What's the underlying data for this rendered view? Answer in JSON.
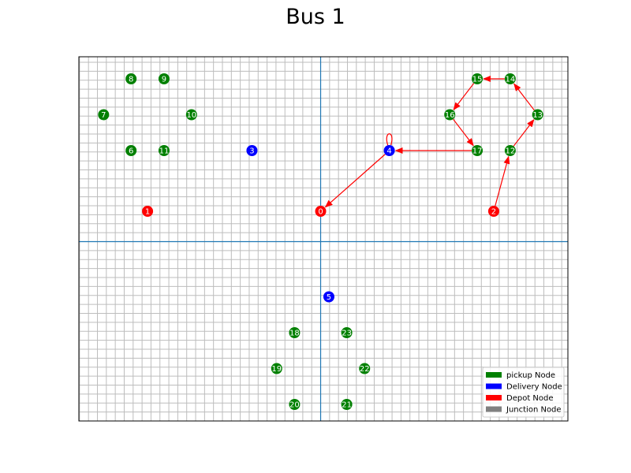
{
  "chart_data": {
    "type": "scatter",
    "title": "Bus 1",
    "xlim": [
      -0.88,
      0.9
    ],
    "ylim": [
      -0.65,
      0.67
    ],
    "grid_minor_step": 0.0325,
    "axis_lines": true,
    "colors": {
      "pickup": "#008000",
      "delivery": "#0000ff",
      "depot": "#ff0000",
      "junction": "#808080",
      "route": "#ff0000",
      "axis": "#1f77b4",
      "grid": "#bdbdbd"
    },
    "nodes": [
      {
        "id": "0",
        "x": 0.0,
        "y": 0.11,
        "kind": "depot"
      },
      {
        "id": "1",
        "x": -0.63,
        "y": 0.11,
        "kind": "depot"
      },
      {
        "id": "2",
        "x": 0.63,
        "y": 0.11,
        "kind": "depot"
      },
      {
        "id": "3",
        "x": -0.25,
        "y": 0.33,
        "kind": "delivery"
      },
      {
        "id": "4",
        "x": 0.25,
        "y": 0.33,
        "kind": "delivery"
      },
      {
        "id": "5",
        "x": 0.03,
        "y": -0.2,
        "kind": "delivery"
      },
      {
        "id": "6",
        "x": -0.69,
        "y": 0.33,
        "kind": "pickup"
      },
      {
        "id": "7",
        "x": -0.79,
        "y": 0.46,
        "kind": "pickup"
      },
      {
        "id": "8",
        "x": -0.69,
        "y": 0.59,
        "kind": "pickup"
      },
      {
        "id": "9",
        "x": -0.57,
        "y": 0.59,
        "kind": "pickup"
      },
      {
        "id": "10",
        "x": -0.47,
        "y": 0.46,
        "kind": "pickup"
      },
      {
        "id": "11",
        "x": -0.57,
        "y": 0.33,
        "kind": "pickup"
      },
      {
        "id": "12",
        "x": 0.69,
        "y": 0.33,
        "kind": "pickup"
      },
      {
        "id": "13",
        "x": 0.79,
        "y": 0.46,
        "kind": "pickup"
      },
      {
        "id": "14",
        "x": 0.69,
        "y": 0.59,
        "kind": "pickup"
      },
      {
        "id": "15",
        "x": 0.57,
        "y": 0.59,
        "kind": "pickup"
      },
      {
        "id": "16",
        "x": 0.47,
        "y": 0.46,
        "kind": "pickup"
      },
      {
        "id": "17",
        "x": 0.57,
        "y": 0.33,
        "kind": "pickup"
      },
      {
        "id": "18",
        "x": -0.095,
        "y": -0.33,
        "kind": "pickup"
      },
      {
        "id": "19",
        "x": -0.16,
        "y": -0.46,
        "kind": "pickup"
      },
      {
        "id": "20",
        "x": -0.095,
        "y": -0.59,
        "kind": "pickup"
      },
      {
        "id": "21",
        "x": 0.095,
        "y": -0.59,
        "kind": "pickup"
      },
      {
        "id": "22",
        "x": 0.16,
        "y": -0.46,
        "kind": "pickup"
      },
      {
        "id": "23",
        "x": 0.095,
        "y": -0.33,
        "kind": "pickup"
      }
    ],
    "route": [
      [
        "2",
        "12"
      ],
      [
        "12",
        "13"
      ],
      [
        "13",
        "14"
      ],
      [
        "14",
        "15"
      ],
      [
        "15",
        "16"
      ],
      [
        "16",
        "17"
      ],
      [
        "17",
        "4"
      ],
      [
        "4",
        "4"
      ],
      [
        "4",
        "0"
      ]
    ],
    "legend": {
      "position": "lower-right",
      "entries": [
        {
          "label": "pickup Node",
          "kind": "pickup"
        },
        {
          "label": "Delivery Node",
          "kind": "delivery"
        },
        {
          "label": "Depot Node",
          "kind": "depot"
        },
        {
          "label": "Junction Node",
          "kind": "junction"
        }
      ]
    }
  }
}
